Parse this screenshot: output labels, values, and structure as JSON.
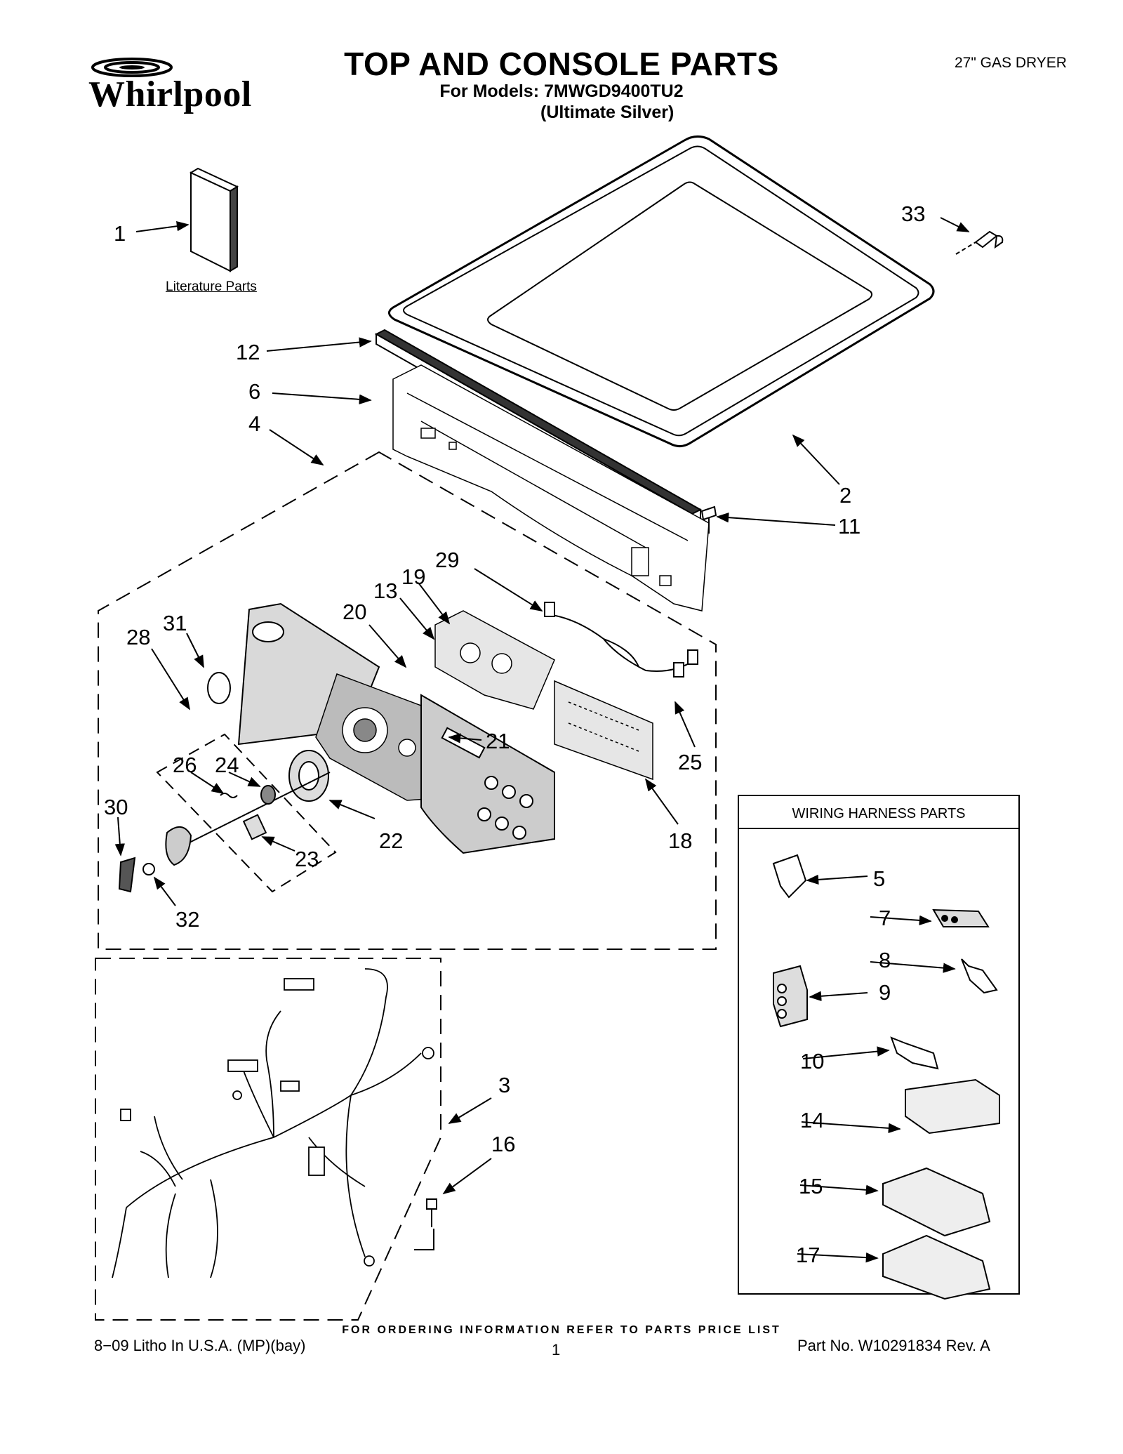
{
  "header": {
    "brand": "Whirlpool",
    "title": "TOP AND CONSOLE PARTS",
    "models_line": "For Models: 7MWGD9400TU2",
    "color_line": "(Ultimate Silver)",
    "product": "27\" GAS DRYER"
  },
  "labels": {
    "literature_parts": "Literature Parts",
    "wiring_harness_parts": "WIRING HARNESS PARTS"
  },
  "callouts": [
    "1",
    "33",
    "12",
    "6",
    "4",
    "2",
    "11",
    "29",
    "19",
    "13",
    "20",
    "31",
    "28",
    "21",
    "25",
    "26",
    "24",
    "22",
    "18",
    "30",
    "23",
    "32",
    "5",
    "7",
    "8",
    "9",
    "10",
    "3",
    "16",
    "14",
    "15",
    "17"
  ],
  "footer": {
    "ordering_note": "FOR ORDERING INFORMATION REFER TO PARTS PRICE LIST",
    "litho": "8−09 Litho In U.S.A. (MP)(bay)",
    "page_number": "1",
    "part_number": "Part No. W10291834 Rev. A"
  },
  "colors": {
    "ink": "#000000",
    "shade": "#d9d9d9",
    "paper": "#ffffff"
  }
}
